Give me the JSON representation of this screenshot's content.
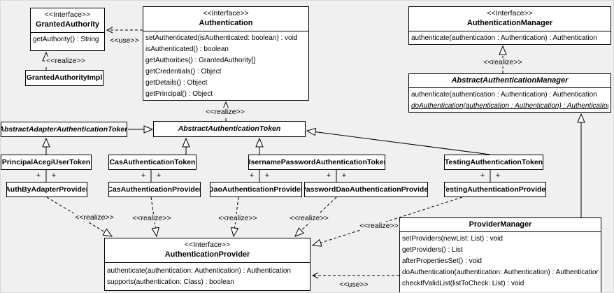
{
  "diagram": {
    "background": "#f0f0f0",
    "box_fill": "#ffffff",
    "line_color": "#000000"
  },
  "labels": {
    "use": "<<use>>",
    "realize": "<<realize>>",
    "plus": "+"
  },
  "classes": {
    "granted_authority": {
      "stereotype": "<<Interface>>",
      "name": "GrantedAuthority",
      "methods": [
        "getAuthority() : String"
      ]
    },
    "granted_authority_impl": {
      "name": "GrantedAuthorityImpl"
    },
    "authentication": {
      "stereotype": "<<Interface>>",
      "name": "Authentication",
      "methods": [
        "setAuthenticated(isAuthenticated: boolean) : void",
        "isAuthenticated() : boolean",
        "getAuthorities() : GrantedAuthority[]",
        "getCredentials() : Object",
        "getDetails() : Object",
        "getPrincipal() : Object"
      ]
    },
    "authentication_manager": {
      "stereotype": "<<Interface>>",
      "name": "AuthenticationManager",
      "methods": [
        "authenticate(authentication : Authentication) : Authentication"
      ]
    },
    "abstract_authentication_manager": {
      "name": "AbstractAuthenticationManager",
      "methods": [
        "authenticate(authentication : Authentication) : Authentication",
        "doAuthentication(authentication : Authentication) : Authentication"
      ]
    },
    "abstract_adapter_authentication_token": {
      "name": "AbstractAdapterAuthenticationToken"
    },
    "abstract_authentication_token": {
      "name": "AbstractAuthenticationToken"
    },
    "principal_acegi_user_token": {
      "name": "PrincipalAcegiUserToken"
    },
    "cas_authentication_token": {
      "name": "CasAuthenticationToken"
    },
    "username_password_authentication_token": {
      "name": "UsernamePasswordAuthenticationToken"
    },
    "testing_authentication_token": {
      "name": "TestingAuthenticationToken"
    },
    "auth_by_adapter_provider": {
      "name": "AuthByAdapterProvider"
    },
    "cas_authentication_provider": {
      "name": "CasAuthenticationProvider"
    },
    "dao_authentication_provider": {
      "name": "DaoAuthenticationProvider"
    },
    "password_dao_authentication_provider": {
      "name": "PasswordDaoAuthenticationProvider"
    },
    "testing_authentication_provider": {
      "name": "TestingAuthenticationProvider"
    },
    "authentication_provider": {
      "stereotype": "<<Interface>>",
      "name": "AuthenticationProvider",
      "methods": [
        "authenticate(authentication: Authentication) : Authentication",
        "supports(authentication: Class) : boolean"
      ]
    },
    "provider_manager": {
      "name": "ProviderManager",
      "methods": [
        "setProviders(newList: List) : void",
        "getProviders() : List",
        "afterPropertiesSet() : void",
        "doAuthentication(authentication: Authentication) : Authentication",
        "checkIfValidList(listToCheck: List) : void"
      ]
    }
  }
}
